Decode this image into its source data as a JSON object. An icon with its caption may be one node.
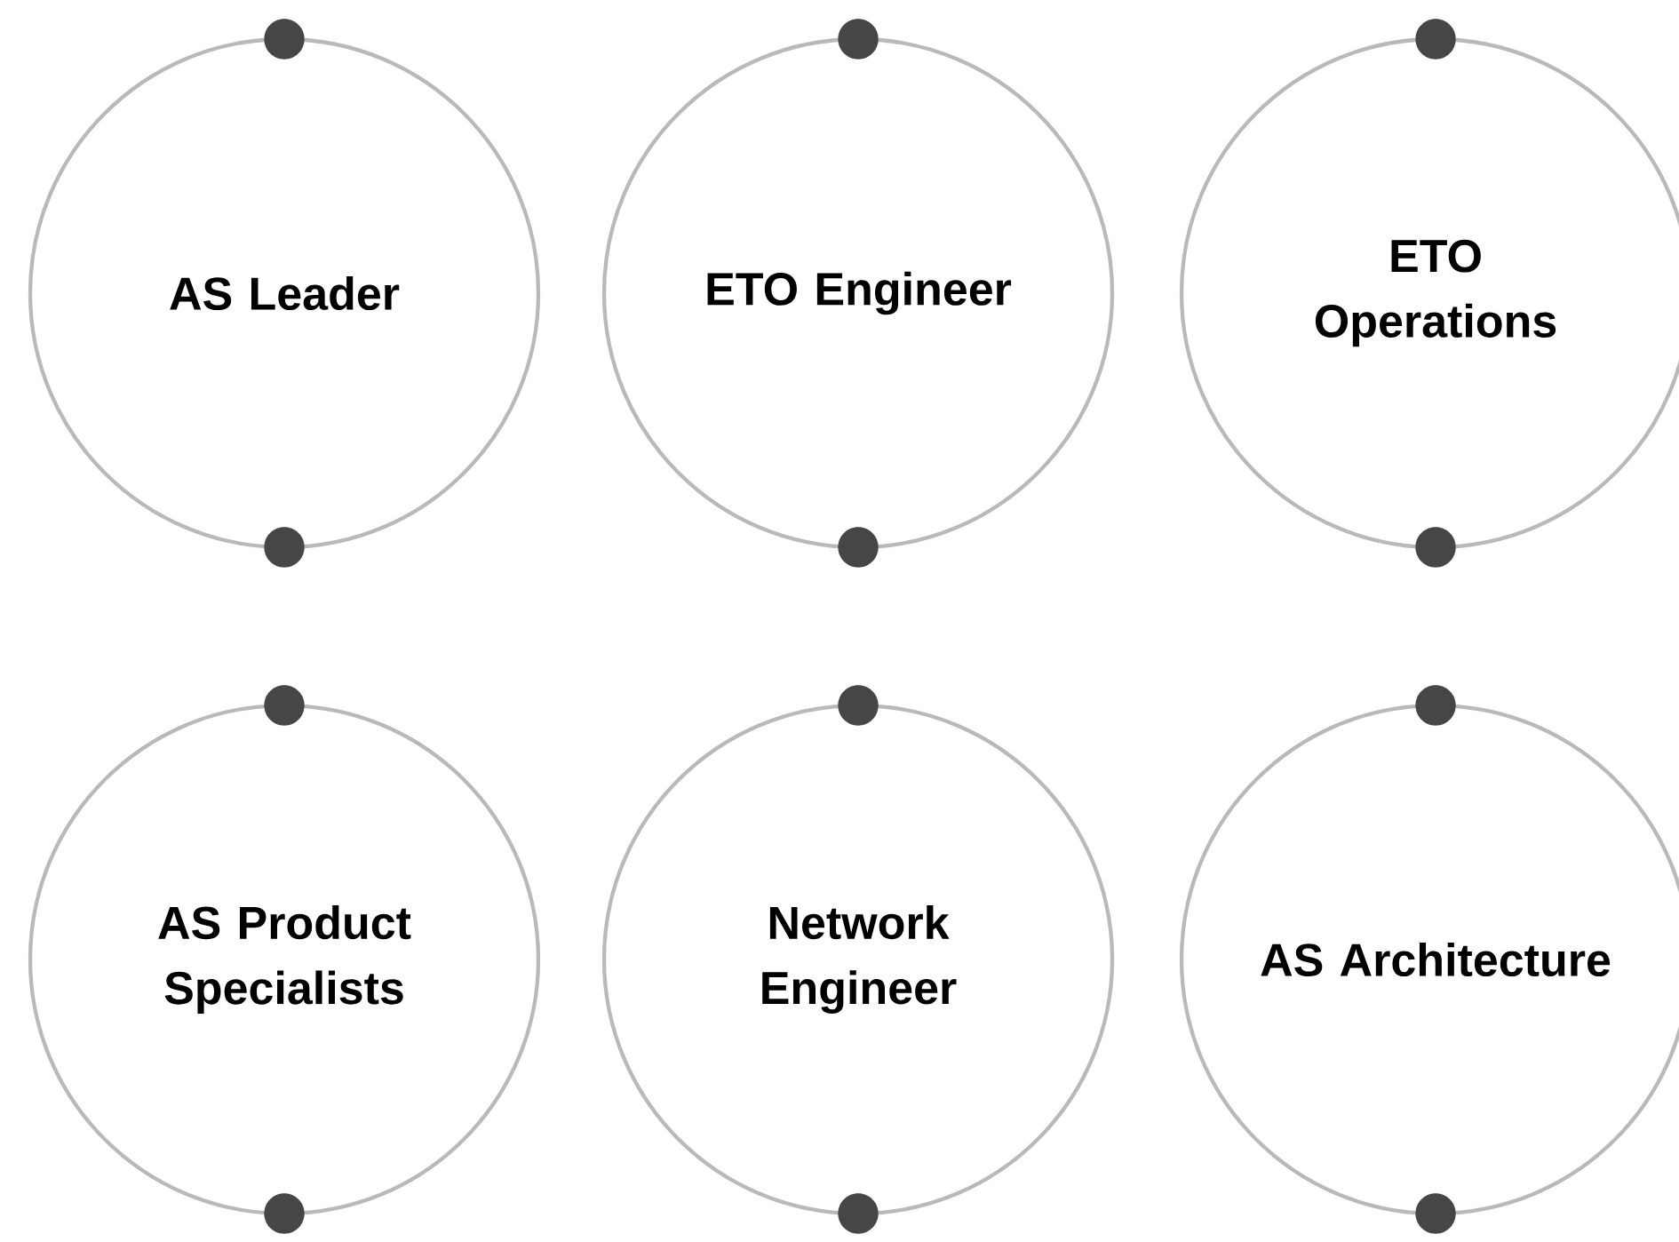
{
  "diagram": {
    "nodes": [
      {
        "text": [
          "AS Leader"
        ]
      },
      {
        "text": [
          "ETO Engineer"
        ]
      },
      {
        "text": [
          "ETO Operations"
        ]
      },
      {
        "text": [
          "AS Product Specialists"
        ]
      },
      {
        "text": [
          "Network Engineer"
        ]
      },
      {
        "text": [
          "AS Architecture"
        ]
      }
    ]
  }
}
